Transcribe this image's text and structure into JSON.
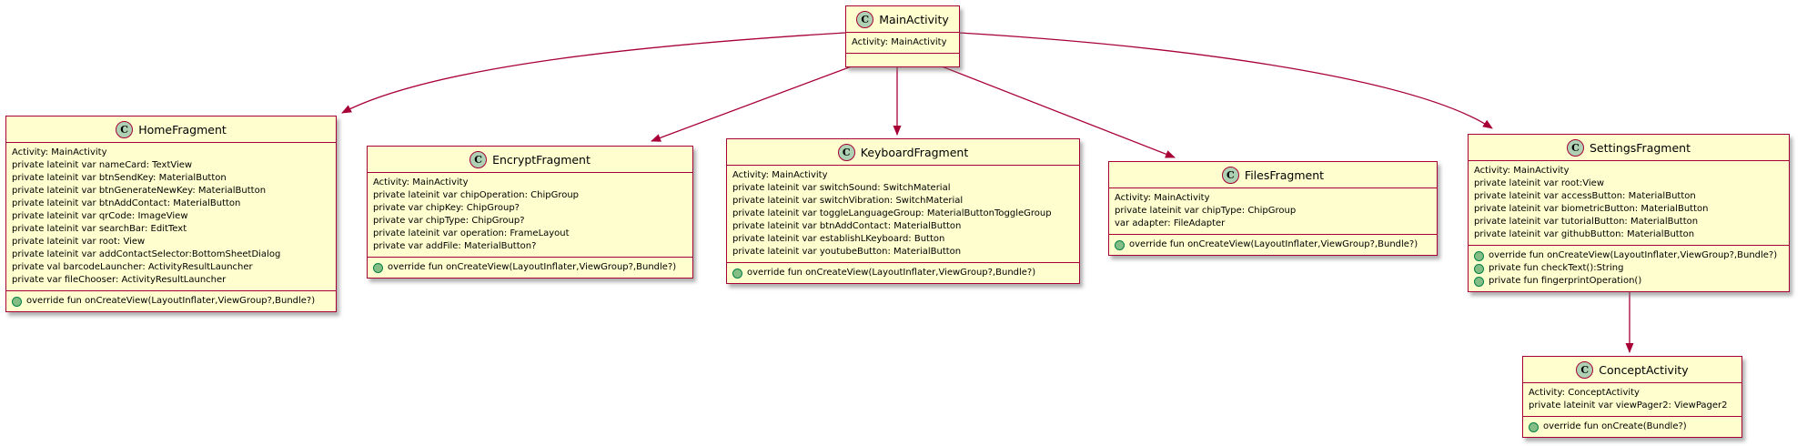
{
  "diagram": {
    "type": "uml-class-diagram",
    "colors": {
      "box_fill": "#FEFECE",
      "border": "#A80036",
      "arrow": "#A80036",
      "class_icon_fill": "#ADD1B2",
      "method_icon_fill": "#84BE84",
      "method_icon_border": "#038048",
      "background": "#FFFFFF"
    }
  },
  "classes": [
    {
      "icon_letter": "C",
      "name": "MainActivity",
      "fields": [
        "Activity: MainActivity"
      ],
      "methods": []
    },
    {
      "icon_letter": "C",
      "name": "HomeFragment",
      "fields": [
        "Activity: MainActivity",
        "private lateinit var nameCard: TextView",
        "private lateinit var btnSendKey: MaterialButton",
        "private lateinit var btnGenerateNewKey: MaterialButton",
        "private lateinit var btnAddContact: MaterialButton",
        "private lateinit var qrCode: ImageView",
        "private lateinit var searchBar: EditText",
        "private lateinit var root: View",
        "private lateinit var addContactSelector:BottomSheetDialog",
        "private val barcodeLauncher: ActivityResultLauncher",
        "private var fileChooser: ActivityResultLauncher"
      ],
      "methods": [
        "override fun onCreateView(LayoutInflater,ViewGroup?,Bundle?)"
      ]
    },
    {
      "icon_letter": "C",
      "name": "EncryptFragment",
      "fields": [
        "Activity: MainActivity",
        "private lateinit var chipOperation: ChipGroup",
        "private var chipKey: ChipGroup?",
        "private var chipType: ChipGroup?",
        "private lateinit var operation: FrameLayout",
        "private var addFile: MaterialButton?"
      ],
      "methods": [
        "override fun onCreateView(LayoutInflater,ViewGroup?,Bundle?)"
      ]
    },
    {
      "icon_letter": "C",
      "name": "KeyboardFragment",
      "fields": [
        "Activity: MainActivity",
        "private lateinit var switchSound: SwitchMaterial",
        "private lateinit var switchVibration: SwitchMaterial",
        "private lateinit var toggleLanguageGroup: MaterialButtonToggleGroup",
        "private lateinit var btnAddContact: MaterialButton",
        "private lateinit var establishLKeyboard: Button",
        "private lateinit var youtubeButton: MaterialButton"
      ],
      "methods": [
        "override fun onCreateView(LayoutInflater,ViewGroup?,Bundle?)"
      ]
    },
    {
      "icon_letter": "C",
      "name": "FilesFragment",
      "fields": [
        "Activity: MainActivity",
        "private lateinit var chipType: ChipGroup",
        "var adapter: FileAdapter"
      ],
      "methods": [
        "override fun onCreateView(LayoutInflater,ViewGroup?,Bundle?)"
      ]
    },
    {
      "icon_letter": "C",
      "name": "SettingsFragment",
      "fields": [
        "Activity: MainActivity",
        "private lateinit var root:View",
        "private lateinit var accessButton: MaterialButton",
        "private lateinit var biometricButton: MaterialButton",
        "private lateinit var tutorialButton: MaterialButton",
        "private lateinit var githubButton: MaterialButton"
      ],
      "methods": [
        "override fun onCreateView(LayoutInflater,ViewGroup?,Bundle?)",
        "private fun checkText():String",
        "private fun fingerprintOperation()"
      ]
    },
    {
      "icon_letter": "C",
      "name": "ConceptActivity",
      "fields": [
        "Activity: ConceptActivity",
        "private lateinit var viewPager2: ViewPager2"
      ],
      "methods": [
        "override fun onCreate(Bundle?)"
      ]
    }
  ],
  "relations": [
    {
      "from": "MainActivity",
      "to": "HomeFragment"
    },
    {
      "from": "MainActivity",
      "to": "EncryptFragment"
    },
    {
      "from": "MainActivity",
      "to": "KeyboardFragment"
    },
    {
      "from": "MainActivity",
      "to": "FilesFragment"
    },
    {
      "from": "MainActivity",
      "to": "SettingsFragment"
    },
    {
      "from": "SettingsFragment",
      "to": "ConceptActivity"
    }
  ]
}
